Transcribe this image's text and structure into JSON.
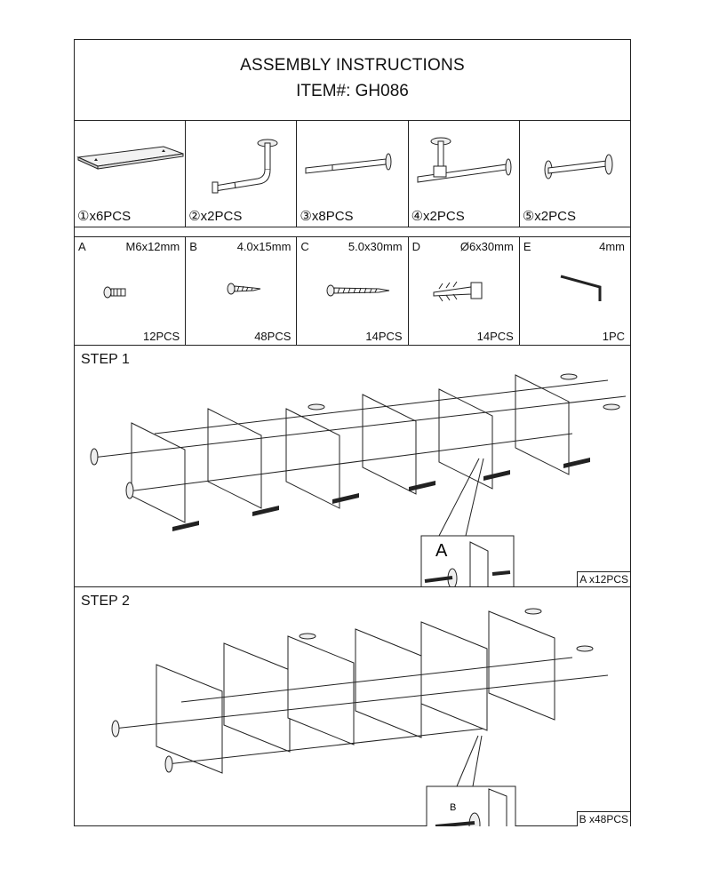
{
  "header": {
    "title": "ASSEMBLY INSTRUCTIONS",
    "item": "ITEM#: GH086"
  },
  "parts": [
    {
      "qty": "①x6PCS",
      "icon": "shelf-board"
    },
    {
      "qty": "②x2PCS",
      "icon": "elbow-pipe"
    },
    {
      "qty": "③x8PCS",
      "icon": "straight-pipe"
    },
    {
      "qty": "④x2PCS",
      "icon": "tee-pipe"
    },
    {
      "qty": "⑤x2PCS",
      "icon": "flange-pipe"
    }
  ],
  "hardware": [
    {
      "letter": "A",
      "size": "M6x12mm",
      "pcs": "12PCS",
      "icon": "machine-screw"
    },
    {
      "letter": "B",
      "size": "4.0x15mm",
      "pcs": "48PCS",
      "icon": "wood-screw-short"
    },
    {
      "letter": "C",
      "size": "5.0x30mm",
      "pcs": "14PCS",
      "icon": "wood-screw-long"
    },
    {
      "letter": "D",
      "size": "Ø6x30mm",
      "pcs": "14PCS",
      "icon": "wall-anchor"
    },
    {
      "letter": "E",
      "size": "4mm",
      "pcs": "1PC",
      "icon": "hex-key"
    }
  ],
  "steps": [
    {
      "title": "STEP 1",
      "count": "A x12PCS",
      "callout": "A"
    },
    {
      "title": "STEP 2",
      "count": "B x48PCS",
      "callout": "B"
    }
  ]
}
